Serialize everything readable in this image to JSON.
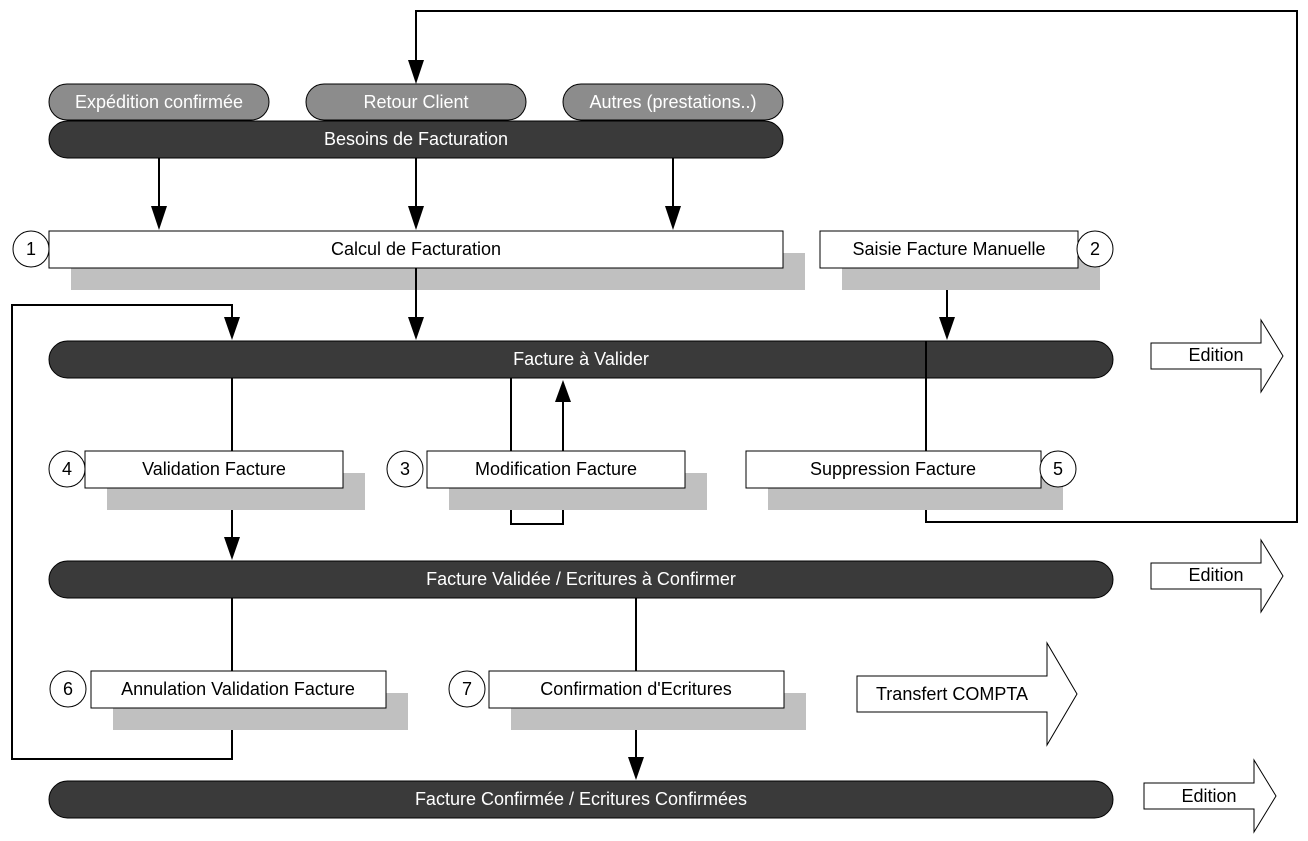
{
  "sources": [
    {
      "id": "expedition",
      "label": "Expédition confirmée"
    },
    {
      "id": "retour",
      "label": "Retour Client"
    },
    {
      "id": "autres",
      "label": "Autres (prestations..)"
    }
  ],
  "states": {
    "besoins": "Besoins de Facturation",
    "a_valider": "Facture à Valider",
    "validee": "Facture Validée / Ecritures à Confirmer",
    "confirmee": "Facture Confirmée / Ecritures Confirmées"
  },
  "processes": {
    "calcul": {
      "number": "1",
      "label": "Calcul de Facturation"
    },
    "saisie": {
      "number": "2",
      "label": "Saisie Facture Manuelle"
    },
    "modification": {
      "number": "3",
      "label": "Modification Facture"
    },
    "validation": {
      "number": "4",
      "label": "Validation Facture"
    },
    "suppression": {
      "number": "5",
      "label": "Suppression Facture"
    },
    "annulation": {
      "number": "6",
      "label": "Annulation Validation Facture"
    },
    "confirmation": {
      "number": "7",
      "label": "Confirmation d'Ecritures"
    }
  },
  "outputs": {
    "edition_1": "Edition",
    "edition_2": "Edition",
    "transfert": "Transfert COMPTA",
    "edition_3": "Edition"
  }
}
